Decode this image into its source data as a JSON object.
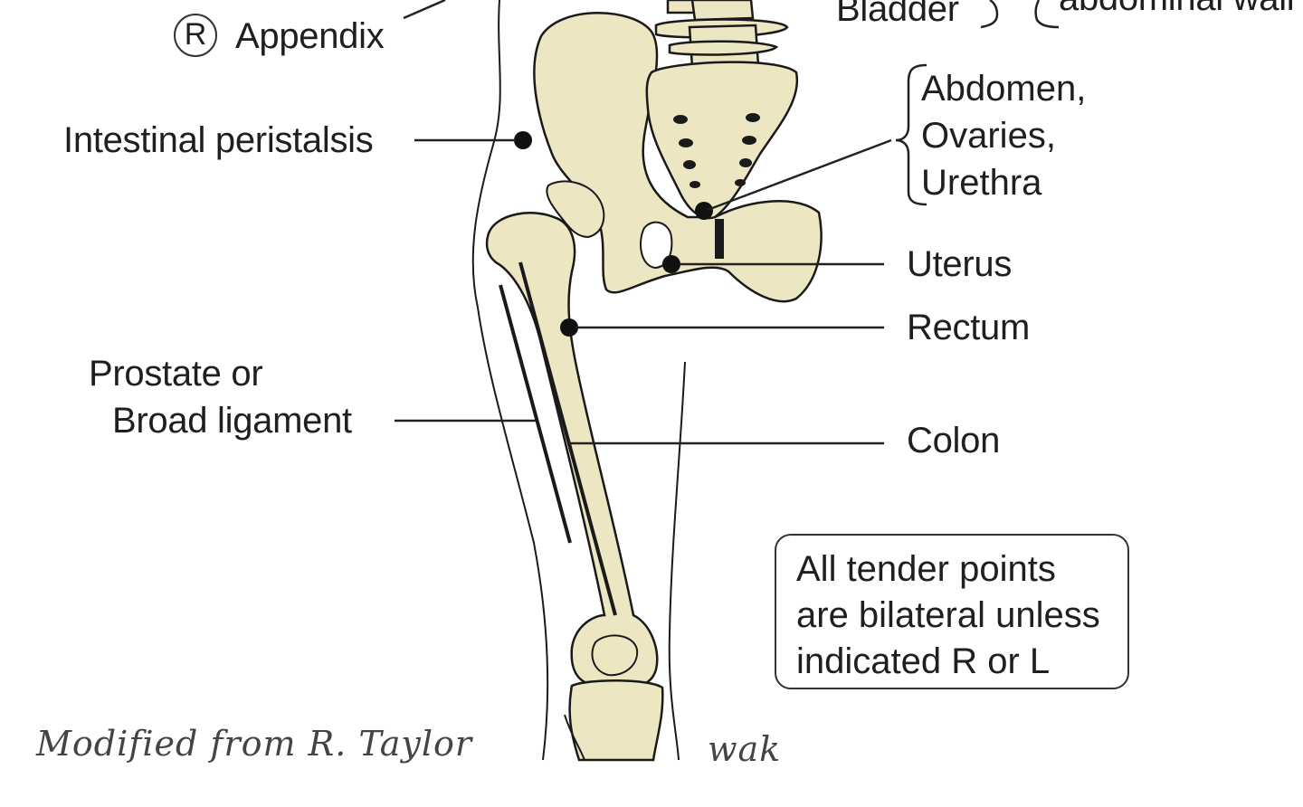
{
  "labels": {
    "bladder": "Bladder",
    "abdominal_wall": "abdominal wall",
    "appendix_side": "R",
    "appendix": "Appendix",
    "intestinal_peristalsis": "Intestinal peristalsis",
    "abdomen_ovaries_urethra": [
      "Abdomen,",
      "Ovaries,",
      "Urethra"
    ],
    "uterus": "Uterus",
    "rectum": "Rectum",
    "prostate_broad_ligament": [
      "Prostate or",
      "Broad ligament"
    ],
    "colon": "Colon"
  },
  "note": {
    "lines": [
      "All tender points",
      "are bilateral unless",
      "indicated R or L"
    ]
  },
  "credit": {
    "text": "Modified from R. Taylor",
    "initials": "wak"
  },
  "colors": {
    "bone": "#ece6c3",
    "outline": "#1a1a1a",
    "line": "#222222"
  }
}
